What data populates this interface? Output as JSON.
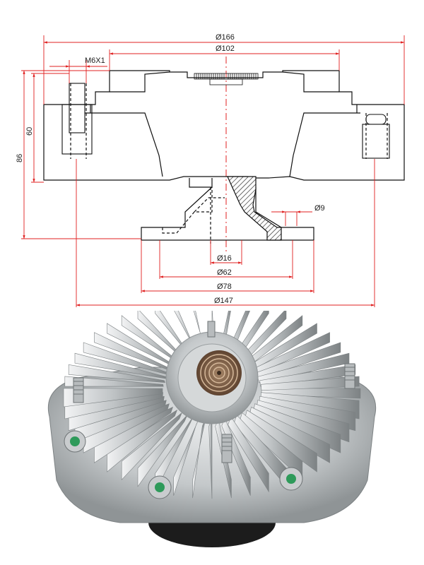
{
  "drawing": {
    "dimensions": {
      "overall_diameter": "Ø166",
      "hub_diameter": "Ø102",
      "stud_thread": "M6X1",
      "flange_hole": "Ø9",
      "shaft_bore": "Ø16",
      "pilot_diameter": "Ø62",
      "bolt_circle": "Ø78",
      "stud_circle": "Ø147",
      "height_body": "60",
      "height_total": "86"
    },
    "colors": {
      "dimension_line": "#e02020",
      "outline": "#111111",
      "center_line": "#e02020",
      "hatch": "#111111"
    }
  },
  "photo": {
    "subject": "fan-clutch-photo",
    "colors": {
      "aluminum": "#c9ccce",
      "aluminum_dark": "#8f9496",
      "spring": "#7a5a42",
      "paint_mark": "#2e9a5a"
    }
  }
}
